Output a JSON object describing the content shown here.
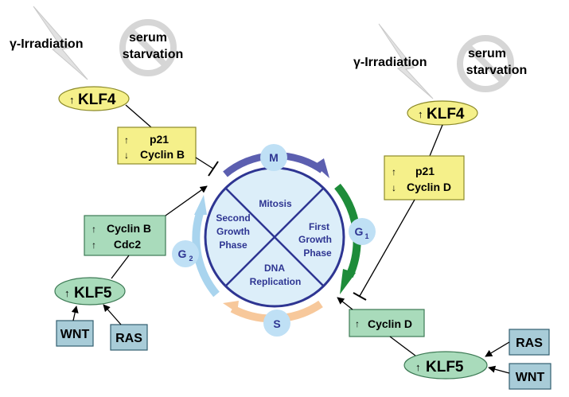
{
  "colors": {
    "yellow_fill": "#f5f08a",
    "yellow_stroke": "#8c8a2a",
    "green_fill": "#a9dbbb",
    "green_stroke": "#3d7a55",
    "blue_box_fill": "#a8ccd8",
    "blue_box_stroke": "#325f70",
    "circle_fill": "#dceef9",
    "circle_stroke": "#2e3592",
    "phase_fill": "#bfe0f5",
    "arc_m": "#5c5fb0",
    "arc_g1": "#1e8c3a",
    "arc_s": "#f7c89b",
    "arc_g2": "#a9d4ee"
  },
  "icons": [
    "lightning-bolt-icon",
    "no-sign-icon",
    "up-arrow-icon",
    "down-arrow-icon"
  ],
  "left": {
    "irradiation": "γ-Irradiation",
    "serum_line1": "serum",
    "serum_line2": "starvation",
    "klf4": "KLF4",
    "box1_line1": "p21",
    "box1_line2": "Cyclin B",
    "box2_line1": "Cyclin B",
    "box2_line2": "Cdc2",
    "klf5": "KLF5",
    "wnt": "WNT",
    "ras": "RAS"
  },
  "right": {
    "irradiation": "γ-Irradiation",
    "serum_line1": "serum",
    "serum_line2": "starvation",
    "klf4": "KLF4",
    "box1_line1": "p21",
    "box1_line2": "Cyclin D",
    "box2_line1": "Cyclin D",
    "klf5": "KLF5",
    "ras": "RAS",
    "wnt": "WNT"
  },
  "cycle": {
    "m": "M",
    "g1_main": "G",
    "g1_sub": "1",
    "s": "S",
    "g2_main": "G",
    "g2_sub": "2",
    "mitosis": "Mitosis",
    "first_l1": "First",
    "first_l2": "Growth",
    "first_l3": "Phase",
    "second_l1": "Second",
    "second_l2": "Growth",
    "second_l3": "Phase",
    "dna_l1": "DNA",
    "dna_l2": "Replication"
  }
}
